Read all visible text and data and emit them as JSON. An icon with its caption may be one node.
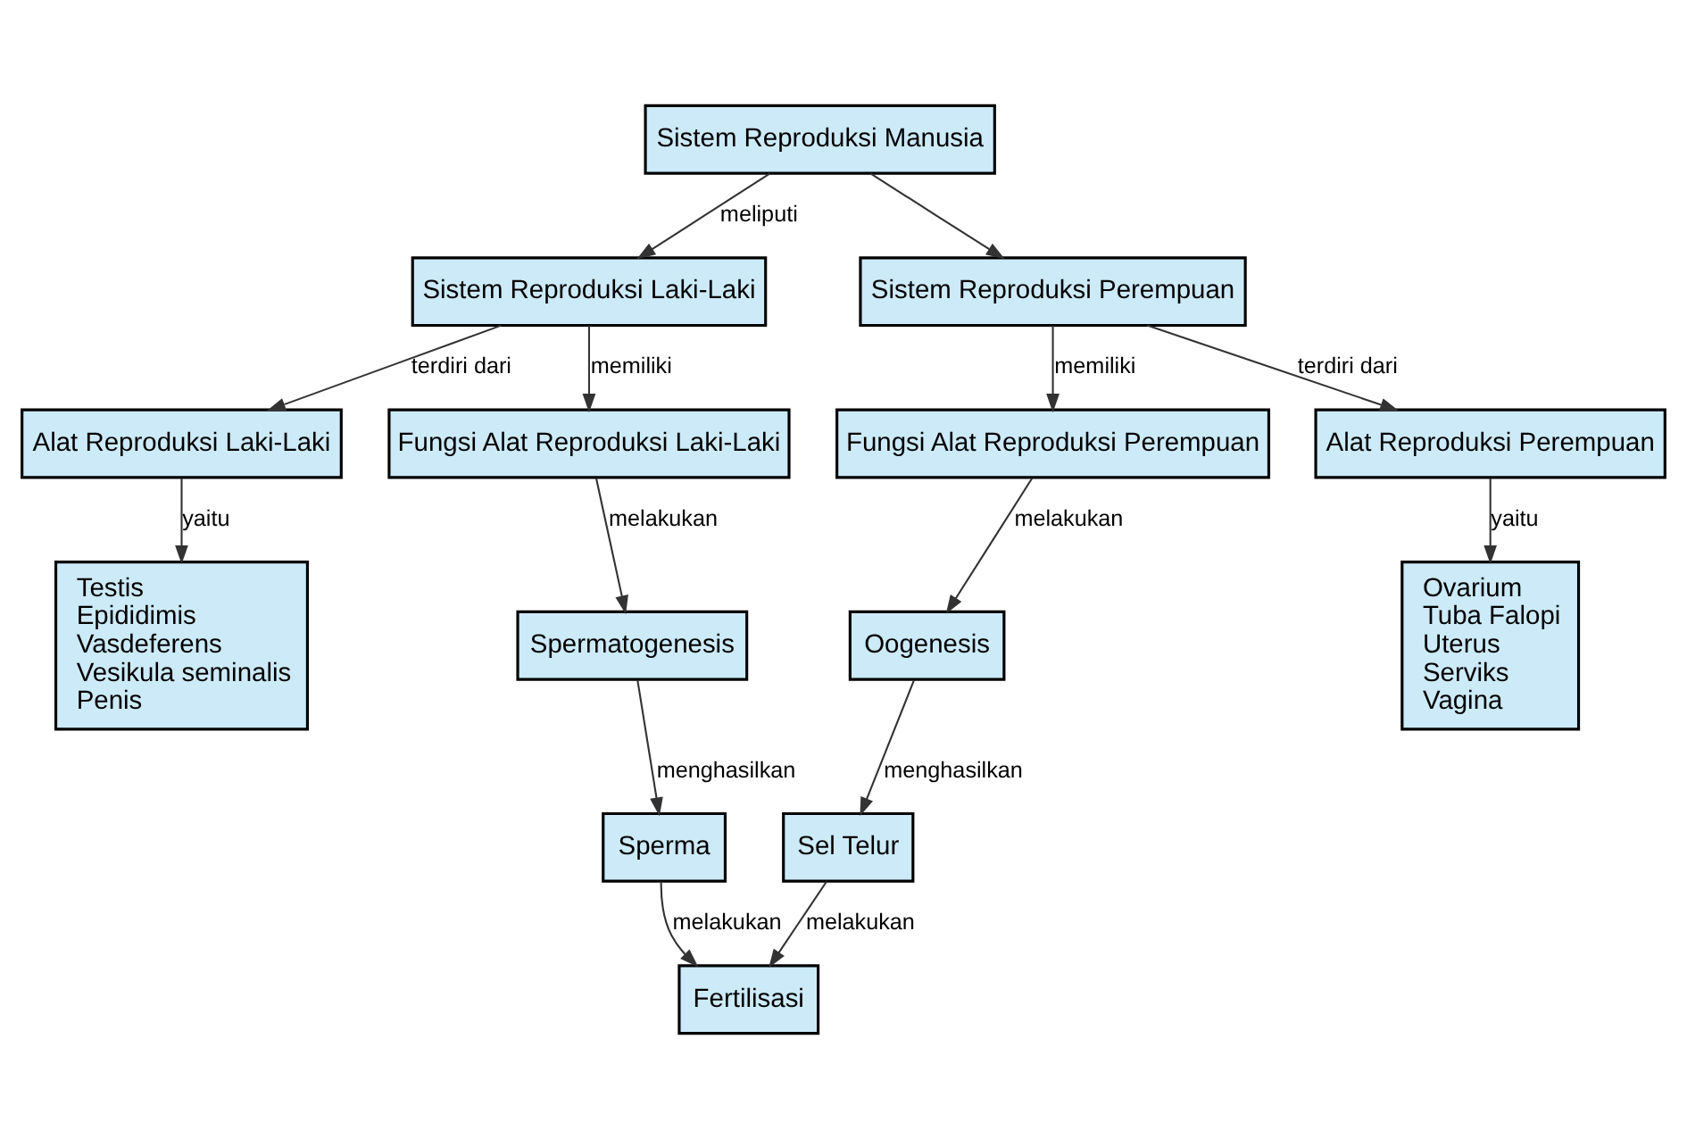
{
  "diagram": {
    "nodes": [
      {
        "text": [
          "Sistem Reproduksi Manusia"
        ]
      },
      {
        "text": [
          "Sistem Reproduksi Laki-Laki"
        ]
      },
      {
        "text": [
          "Sistem Reproduksi Perempuan"
        ]
      },
      {
        "text": [
          "Alat Reproduksi Laki-Laki"
        ]
      },
      {
        "text": [
          "Fungsi Alat Reproduksi Laki-Laki"
        ]
      },
      {
        "text": [
          "Fungsi Alat Reproduksi Perempuan"
        ]
      },
      {
        "text": [
          "Alat Reproduksi Perempuan"
        ]
      },
      {
        "text": [
          "Testis",
          "Epididimis",
          "Vasdeferens",
          "Vesikula seminalis",
          "Penis"
        ]
      },
      {
        "text": [
          "Spermatogenesis"
        ]
      },
      {
        "text": [
          "Oogenesis"
        ]
      },
      {
        "text": [
          "Ovarium",
          "Tuba Falopi",
          "Uterus",
          "Serviks",
          "Vagina"
        ]
      },
      {
        "text": [
          "Sperma"
        ]
      },
      {
        "text": [
          "Sel Telur"
        ]
      },
      {
        "text": [
          "Fertilisasi"
        ]
      }
    ],
    "edges": [
      {
        "from": 0,
        "to": 1,
        "arrow": "to",
        "label": "meliputi"
      },
      {
        "from": 0,
        "to": 2,
        "arrow": "to"
      },
      {
        "from": 1,
        "to": 3,
        "arrow": "to",
        "label": "terdiri dari"
      },
      {
        "from": 1,
        "to": 4,
        "arrow": "to",
        "label": "memiliki"
      },
      {
        "from": 2,
        "to": 5,
        "arrow": "to",
        "label": "memiliki"
      },
      {
        "from": 2,
        "to": 6,
        "arrow": "to",
        "label": "terdiri dari"
      },
      {
        "from": 3,
        "to": 7,
        "arrow": "to",
        "label": "yaitu"
      },
      {
        "from": 4,
        "to": 8,
        "arrow": "to",
        "label": "melakukan"
      },
      {
        "from": 8,
        "to": 11,
        "arrow": "to",
        "label": "menghasilkan"
      },
      {
        "from": 5,
        "to": 9,
        "arrow": "to",
        "label": "melakukan"
      },
      {
        "from": 9,
        "to": 12,
        "arrow": "to",
        "label": "menghasilkan"
      },
      {
        "from": 6,
        "to": 10,
        "arrow": "to",
        "label": "yaitu"
      },
      {
        "from": 11,
        "to": 13,
        "arrow": "to",
        "label": "melakukan"
      },
      {
        "from": 12,
        "to": 13,
        "arrow": "to",
        "label": "melakukan"
      }
    ]
  }
}
